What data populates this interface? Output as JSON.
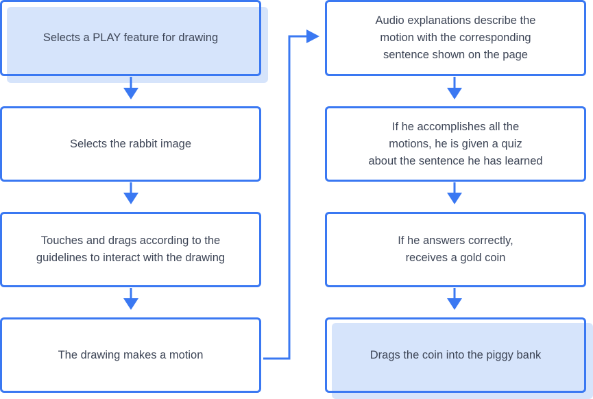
{
  "flow": {
    "left": [
      "Selects a PLAY feature for drawing",
      "Selects the rabbit image",
      "Touches and drags according to the\nguidelines to interact with the drawing",
      "The drawing makes a motion"
    ],
    "right": [
      "Audio explanations describe the\nmotion with the corresponding\nsentence shown on the page",
      "If he accomplishes all the\nmotions, he is given a quiz\nabout the sentence he has learned",
      "If he answers correctly,\nreceives a gold coin",
      "Drags the coin into the piggy bank"
    ]
  },
  "colors": {
    "border": "#3a78f2",
    "highlight_fill": "#d6e4fb",
    "text": "#3d4556"
  }
}
